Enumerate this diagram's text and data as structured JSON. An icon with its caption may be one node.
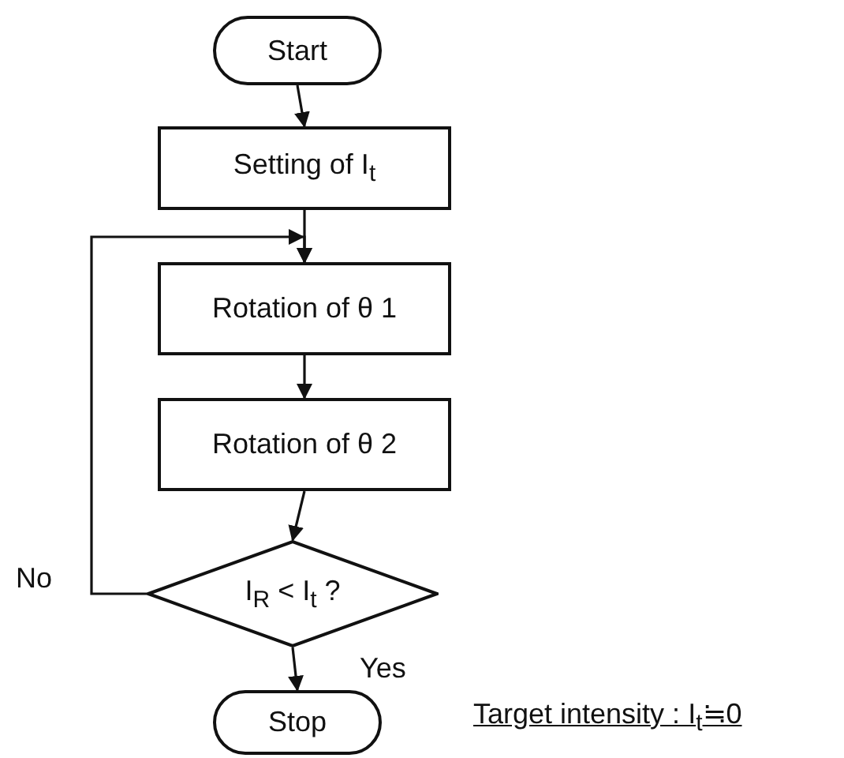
{
  "diagram": {
    "nodes": [
      {
        "text": [
          "Start"
        ]
      },
      {
        "text": [
          "Setting of I$_{t}$"
        ]
      },
      {
        "text": [
          "Rotation of  θ 1"
        ]
      },
      {
        "text": [
          "Rotation of  θ 2"
        ]
      },
      {
        "text": [
          "I$_{R}$ < I$_{t}$ ?"
        ]
      },
      {
        "text": [
          "Stop"
        ]
      }
    ],
    "edges": [
      {
        "from": 0,
        "to": 1,
        "arrow": "to"
      },
      {
        "from": 1,
        "to": 2,
        "arrow": "to"
      },
      {
        "from": 2,
        "to": 3,
        "arrow": "to"
      },
      {
        "from": 3,
        "to": 4,
        "arrow": "to"
      },
      {
        "from": 4,
        "to": 2,
        "arrow": "to",
        "label": "No"
      },
      {
        "from": 4,
        "to": 5,
        "arrow": "to",
        "label": "Yes"
      }
    ],
    "labels": [
      "Target intensity : I$_{t}$≒0"
    ]
  }
}
